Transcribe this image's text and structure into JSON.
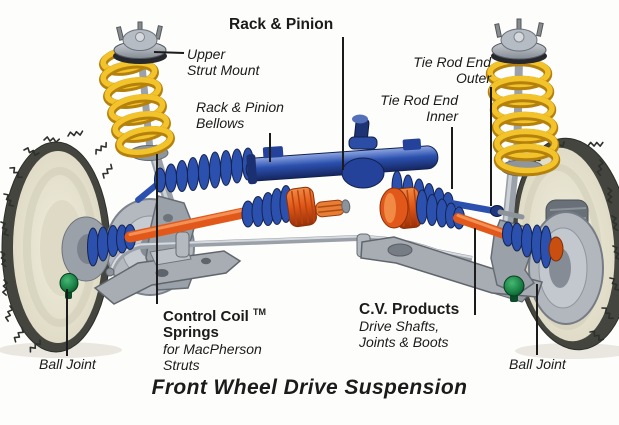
{
  "title": {
    "text": "Front Wheel Drive Suspension"
  },
  "labels": {
    "rack_pinion": {
      "text": "Rack & Pinion"
    },
    "upper_strut_mount": {
      "line1": "Upper",
      "line2": "Strut Mount"
    },
    "rack_pinion_bellows": {
      "line1": "Rack & Pinion",
      "line2": "Bellows"
    },
    "tie_rod_end_outer": {
      "line1": "Tie Rod End",
      "line2": "Outer"
    },
    "tie_rod_end_inner": {
      "line1": "Tie Rod End",
      "line2": "Inner"
    },
    "control_coil_springs": {
      "line1": "Control Coil",
      "trademark": "TM",
      "line2": "Springs",
      "line3": "for MacPherson",
      "line4": "Struts"
    },
    "cv_products": {
      "line1": "C.V. Products",
      "line2": "Drive Shafts,",
      "line3": "Joints & Boots"
    },
    "ball_joint_left": {
      "text": "Ball Joint"
    },
    "ball_joint_right": {
      "text": "Ball Joint"
    }
  },
  "colors": {
    "background": "#fdfdfb",
    "label_ink": "#1b1b1b",
    "spring_yellow": "#f2c32a",
    "spring_yellow_dark": "#b5810d",
    "part_blue": "#2b50ae",
    "part_blue_dark": "#15244f",
    "part_orange": "#e2581a",
    "part_orange_dark": "#8c3008",
    "metal_gray": "#a9aeb5",
    "metal_gray_dark": "#6a7078",
    "tire_cream": "#e9e6d3",
    "tread_dark": "#43453e",
    "ball_joint_green": "#1f8a4a"
  },
  "illustrated_parts": [
    "left front wheel",
    "right front wheel",
    "left MacPherson strut with coil spring",
    "right MacPherson strut with coil spring",
    "upper strut mount",
    "rack and pinion steering gear",
    "steering bellows",
    "inner tie rod end",
    "outer tie rod end",
    "left CV drive shaft with boots",
    "right CV drive shaft with boots",
    "stabilizer bar",
    "left lower control arm",
    "right lower control arm",
    "left ball joint",
    "right ball joint",
    "left brake rotor",
    "right brake rotor"
  ]
}
